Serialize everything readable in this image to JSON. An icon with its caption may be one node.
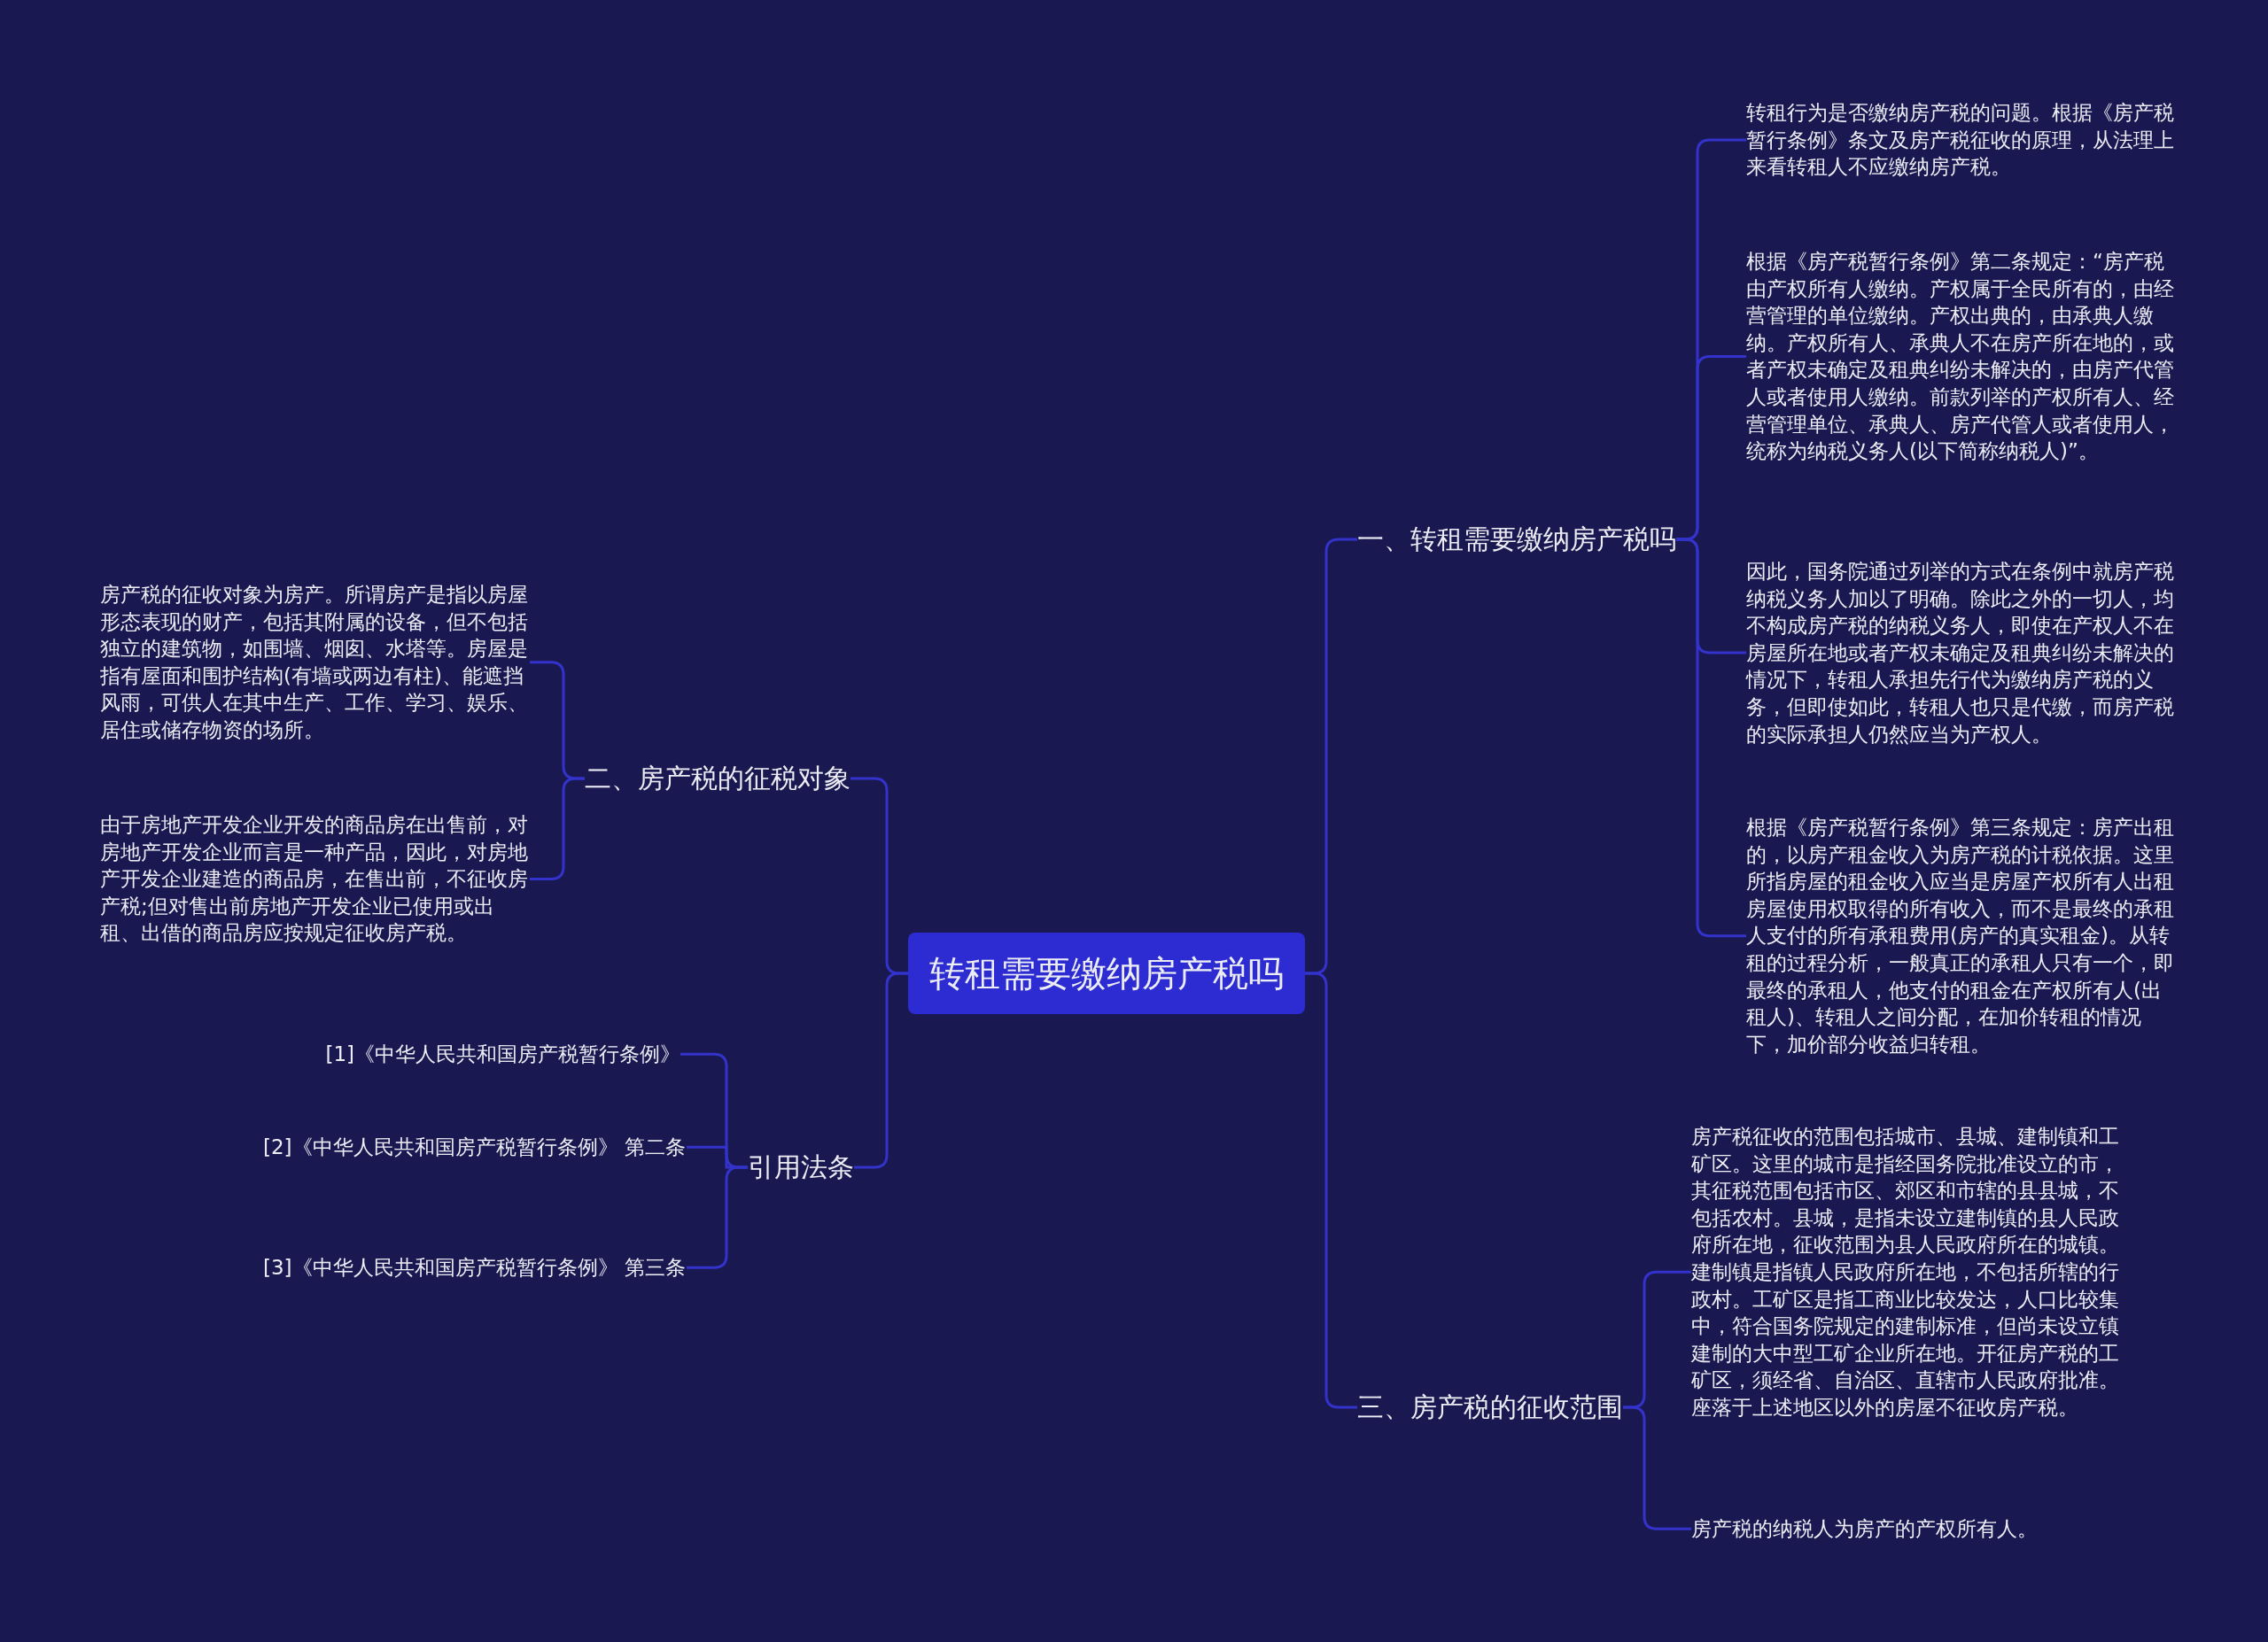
{
  "diagram": {
    "nodes": [
      {
        "text": [
          "转租需要缴纳房产税吗"
        ]
      },
      {
        "text": [
          "一、转租需要缴纳房产税吗"
        ]
      },
      {
        "text": [
          "转租行为是否缴纳房产税的问题。根据《房产税暂行条例》条文及房产税征收的原理，从法理上来看转租人不应缴纳房产税。"
        ]
      },
      {
        "text": [
          "根据《房产税暂行条例》第二条规定：“房产税由产权所有人缴纳。产权属于全民所有的，由经营管理的单位缴纳。产权出典的，由承典人缴纳。产权所有人、承典人不在房产所在地的，或者产权未确定及租典纠纷未解决的，由房产代管人或者使用人缴纳。前款列举的产权所有人、经营管理单位、承典人、房产代管人或者使用人，统称为纳税义务人(以下简称纳税人)”。"
        ]
      },
      {
        "text": [
          "因此，国务院通过列举的方式在条例中就房产税纳税义务人加以了明确。除此之外的一切人，均不构成房产税的纳税义务人，即使在产权人不在房屋所在地或者产权未确定及租典纠纷未解决的情况下，转租人承担先行代为缴纳房产税的义务，但即使如此，转租人也只是代缴，而房产税的实际承担人仍然应当为产权人。"
        ]
      },
      {
        "text": [
          "根据《房产税暂行条例》第三条规定：房产出租的，以房产租金收入为房产税的计税依据。这里所指房屋的租金收入应当是房屋产权所有人出租房屋使用权取得的所有收入，而不是最终的承租人支付的所有承租费用(房产的真实租金)。从转租的过程分析，一般真正的承租人只有一个，即最终的承租人，他支付的租金在产权所有人(出租人)、转租人之间分配，在加价转租的情况下，加价部分收益归转租。"
        ]
      },
      {
        "text": [
          "二、房产税的征税对象"
        ]
      },
      {
        "text": [
          "房产税的征收对象为房产。所谓房产是指以房屋形态表现的财产，包括其附属的设备，但不包括独立的建筑物，如围墙、烟囱、水塔等。房屋是指有屋面和围护结构(有墙或两边有柱)、能遮挡风雨，可供人在其中生产、工作、学习、娱乐、居住或储存物资的场所。"
        ]
      },
      {
        "text": [
          "由于房地产开发企业开发的商品房在出售前，对房地产开发企业而言是一种产品，因此，对房地产开发企业建造的商品房，在售出前，不征收房产税;但对售出前房地产开发企业已使用或出租、出借的商品房应按规定征收房产税。"
        ]
      },
      {
        "text": [
          "引用法条"
        ]
      },
      {
        "text": [
          "[1]《中华人民共和国房产税暂行条例》"
        ]
      },
      {
        "text": [
          "[2]《中华人民共和国房产税暂行条例》 第二条"
        ]
      },
      {
        "text": [
          "[3]《中华人民共和国房产税暂行条例》 第三条"
        ]
      },
      {
        "text": [
          "三、房产税的征收范围"
        ]
      },
      {
        "text": [
          "房产税征收的范围包括城市、县城、建制镇和工矿区。这里的城市是指经国务院批准设立的市，其征税范围包括市区、郊区和市辖的县县城，不包括农村。县城，是指未设立建制镇的县人民政府所在地，征收范围为县人民政府所在的城镇。建制镇是指镇人民政府所在地，不包括所辖的行政村。工矿区是指工商业比较发达，人口比较集中，符合国务院规定的建制标准，但尚未设立镇建制的大中型工矿企业所在地。开征房产税的工矿区，须经省、自治区、直辖市人民政府批准。座落于上述地区以外的房屋不征收房产税。"
        ]
      },
      {
        "text": [
          "房产税的纳税人为房产的产权所有人。"
        ]
      }
    ],
    "edges": [
      {
        "from": 0,
        "to": 1,
        "arrow": "none"
      },
      {
        "from": 1,
        "to": 2,
        "arrow": "none"
      },
      {
        "from": 1,
        "to": 3,
        "arrow": "none"
      },
      {
        "from": 1,
        "to": 4,
        "arrow": "none"
      },
      {
        "from": 1,
        "to": 5,
        "arrow": "none"
      },
      {
        "from": 0,
        "to": 6,
        "arrow": "none"
      },
      {
        "from": 6,
        "to": 7,
        "arrow": "none"
      },
      {
        "from": 6,
        "to": 8,
        "arrow": "none"
      },
      {
        "from": 0,
        "to": 9,
        "arrow": "none"
      },
      {
        "from": 9,
        "to": 10,
        "arrow": "none"
      },
      {
        "from": 9,
        "to": 11,
        "arrow": "none"
      },
      {
        "from": 9,
        "to": 12,
        "arrow": "none"
      },
      {
        "from": 0,
        "to": 13,
        "arrow": "none"
      },
      {
        "from": 13,
        "to": 14,
        "arrow": "none"
      },
      {
        "from": 13,
        "to": 15,
        "arrow": "none"
      }
    ]
  }
}
